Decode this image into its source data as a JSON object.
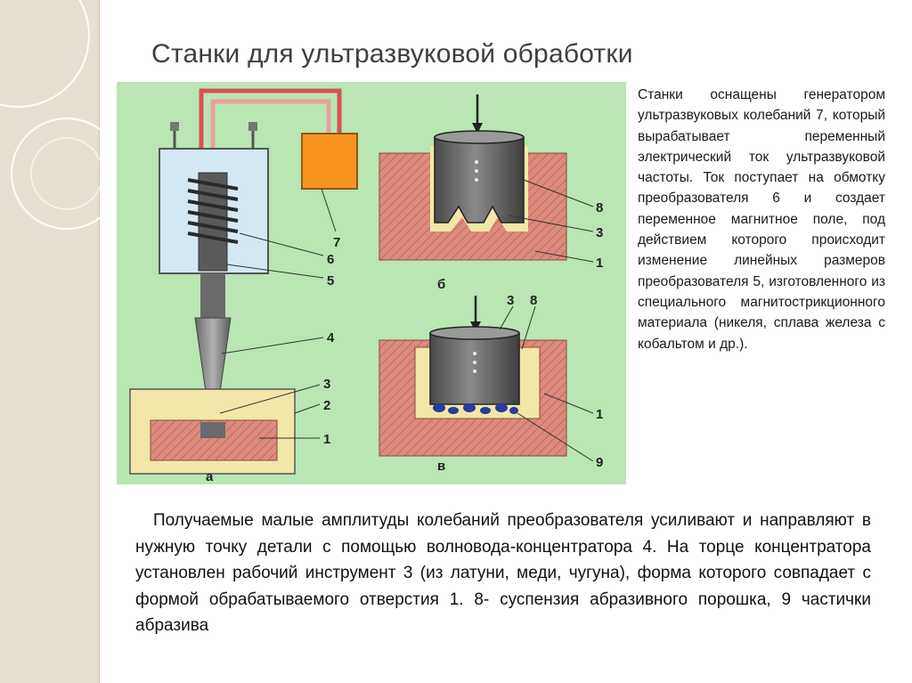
{
  "title": "Станки для ультразвуковой обработки",
  "side_text": "Станки оснащены генератором ультразвуковых колебаний 7, который вырабатывает переменный электрический ток ультразвуковой частоты. Ток поступает на обмотку преобразователя 6 и создает переменное магнитное поле, под действием которого происходит изменение линейных размеров преобразователя 5, изготовленного из специального магнитострикционного материала (никеля, сплава железа с кобальтом и др.).",
  "body_text": "Получаемые малые амплитуды колебаний преобразователя усиливают и направляют в нужную точку детали с помощью волновода-концентратора 4. На торце концентратора установлен рабочий инструмент 3 (из латуни, меди, чугуна), форма которого совпадает с формой обрабатываемого отверстия 1. 8- суспензия абразивного порошка, 9 частички абразива",
  "figure": {
    "labels_a": [
      "7",
      "6",
      "5",
      "4",
      "3",
      "2",
      "1"
    ],
    "caption_a": "а",
    "labels_b": [
      "8",
      "3",
      "1"
    ],
    "caption_b": "б",
    "labels_c": [
      "3",
      "8",
      "1",
      "9"
    ],
    "caption_c": "в",
    "colors": {
      "background": "#b9e6b3",
      "housing": "#d3e8f3",
      "generator": "#f7941d",
      "workpiece": "#dc8b7c",
      "steel": "#6e6e6e",
      "slurry": "#f2e7a8",
      "abrasive": "#2a3aa0"
    }
  }
}
